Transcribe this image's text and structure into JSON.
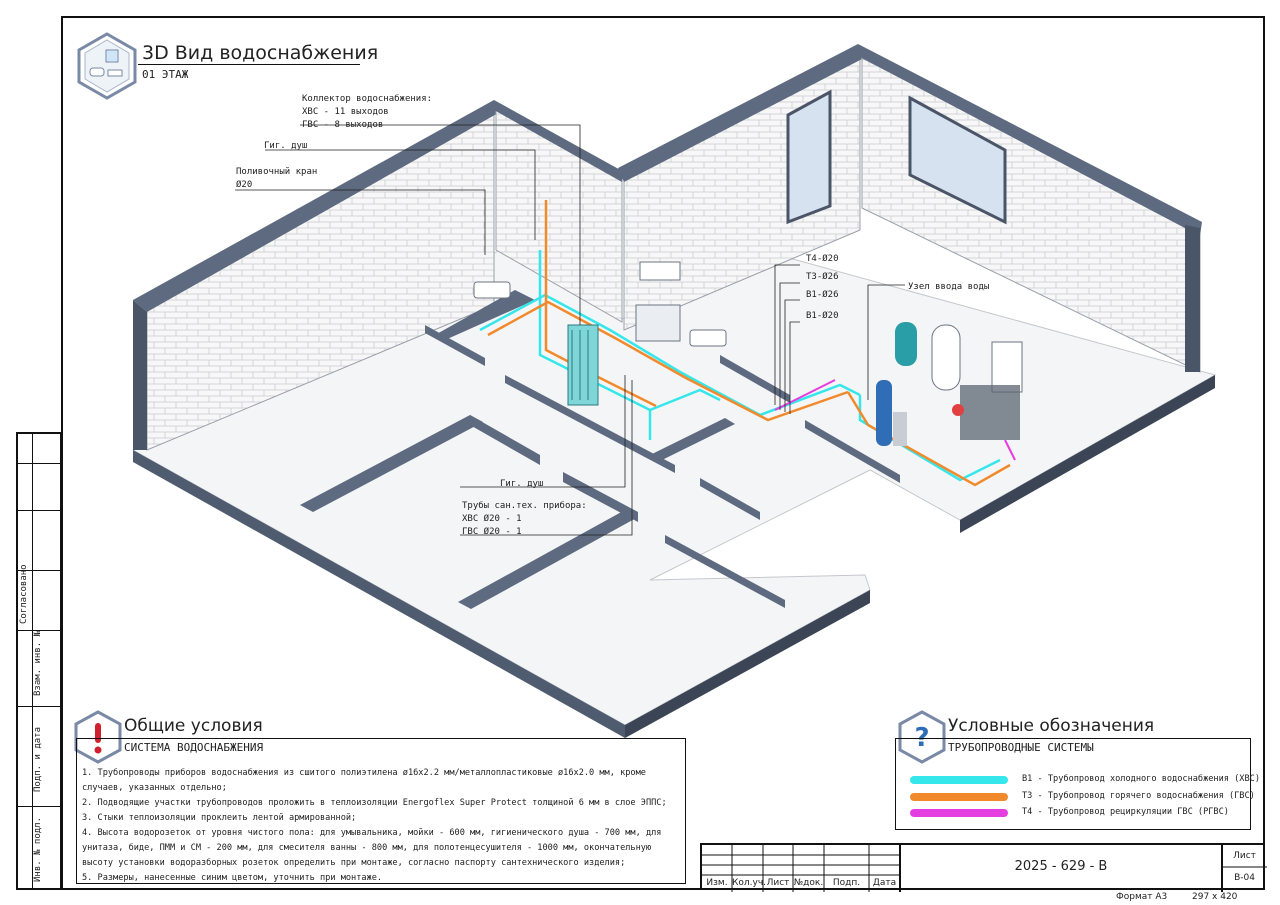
{
  "title": {
    "main": "3D Вид водоснабжения",
    "floor": "01 ЭТАЖ"
  },
  "sidebar": {
    "agreed": "Согласовано",
    "replaced": "Взам. инв. №",
    "sign_date": "Подп. и дата",
    "inv_no": "Инв. № подл."
  },
  "callouts": {
    "collector": [
      "Коллектор водоснабжения:",
      "ХВС - 11 выходов",
      "ГВС - 8 выходов"
    ],
    "shower1": "Гиг. душ",
    "tap": [
      "Поливочный кран",
      "Ø20"
    ],
    "t4": "Т4-Ø20",
    "t3": "Т3-Ø26",
    "b1a": "В1-Ø26",
    "b1b": "В1-Ø20",
    "inlet": "Узел ввода воды",
    "shower2": "Гиг. душ",
    "pipes": [
      "Трубы сан.тех. прибора:",
      "ХВС Ø20 - 1",
      "ГВС Ø20 - 1"
    ]
  },
  "general": {
    "title": "Общие условия",
    "subtitle": "СИСТЕМА ВОДОСНАБЖЕНИЯ",
    "items": [
      "1. Трубопроводы приборов водоснабжения из сшитого полиэтилена  ø16х2.2  мм/металлопластиковые  ø16х2.0  мм, кроме случаев, указанных отдельно;",
      "2. Подводящие участки трубопроводов проложить в теплоизоляции Energoflex Super Protect толщиной 6 мм в слое ЭППС;",
      "3. Стыки теплоизоляции проклеить лентой армированной;",
      "4. Высота водорозеток от уровня чистого пола: для умывальника, мойки - 600 мм, гигиенического душа - 700 мм, для унитаза, биде, ПММ и СМ - 200 мм, для смесителя ванны - 800 мм, для полотенцесушителя - 1000 мм, окончательную высоту установки водоразборных розеток определить при монтаже, согласно паспорту сантехнического изделия;",
      "5. Размеры, нанесенные синим цветом, уточнить при монтаже."
    ]
  },
  "legend": {
    "title": "Условные обозначения",
    "subtitle": "ТРУБОПРОВОДНЫЕ СИСТЕМЫ",
    "rows": [
      {
        "color": "#35e6ea",
        "label": "В1 - Трубопровод холодного водоснабжения (ХВС)"
      },
      {
        "color": "#f08a2c",
        "label": "Т3 - Трубопровод горячего водоснабжения (ГВС)"
      },
      {
        "color": "#e43ee0",
        "label": "Т4 - Трубопровод рециркуляции ГВС (РГВС)"
      }
    ]
  },
  "stamp": {
    "cols": [
      "Изм.",
      "Кол.уч.",
      "Лист",
      "№док.",
      "Подп.",
      "Дата"
    ],
    "code": "2025 - 629 - В",
    "sheet_label": "Лист",
    "sheet_no": "В-04"
  },
  "format": {
    "label": "Формат А3",
    "size": "297 x 420"
  },
  "colors": {
    "wall": "#5d6a80",
    "cold": "#35e6ea",
    "hot": "#f08a2c",
    "recirc": "#e43ee0"
  }
}
